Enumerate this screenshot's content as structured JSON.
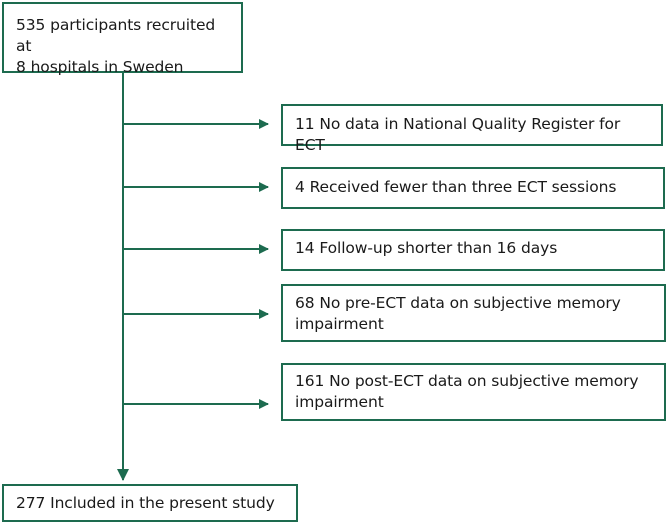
{
  "flowchart": {
    "start": {
      "line1": "535 participants recruited at",
      "line2": "8 hospitals in Sweden"
    },
    "exclusions": [
      {
        "text": "11 No data in National Quality Register for ECT"
      },
      {
        "text": "4 Received fewer than three ECT sessions"
      },
      {
        "text": "14 Follow-up shorter than 16 days"
      },
      {
        "line1": "68 No pre-ECT data on subjective memory",
        "line2": "impairment"
      },
      {
        "line1": "161 No post-ECT data on subjective memory",
        "line2": "impairment"
      }
    ],
    "end": {
      "text": "277 Included in the present study"
    },
    "colors": {
      "line": "#1d6b4f",
      "border": "#1d6b4f",
      "text": "#1a1a1a"
    }
  }
}
